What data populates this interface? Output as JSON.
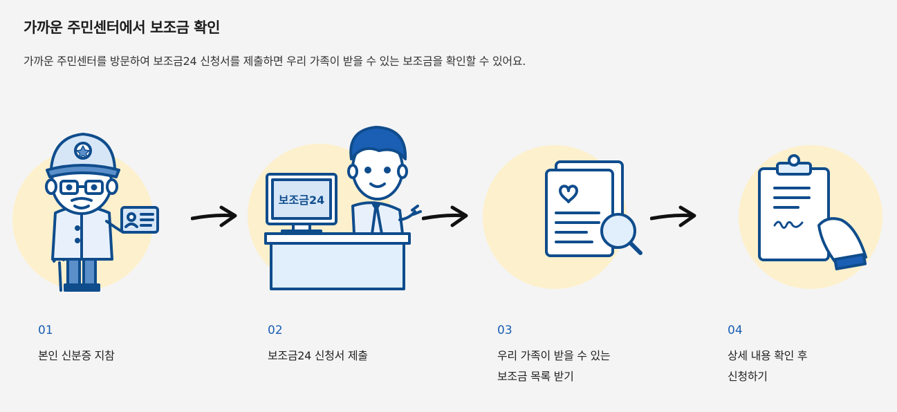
{
  "header": {
    "title": "가까운 주민센터에서 보조금 확인",
    "description": "가까운 주민센터를 방문하여 보조금24 신청서를 제출하면 우리 가족이 받을 수 있는 보조금을 확인할 수 있어요."
  },
  "steps": [
    {
      "number": "01",
      "label": "본인 신분증 지참",
      "icon": "elderly-man-with-id-card-icon"
    },
    {
      "number": "02",
      "label": "보조금24 신청서 제출",
      "icon": "clerk-at-desk-icon"
    },
    {
      "number": "03",
      "label_line1": "우리 가족이 받을 수 있는",
      "label_line2": "보조금 목록 받기",
      "icon": "document-magnifier-icon"
    },
    {
      "number": "04",
      "label_line1": "상세 내용 확인 후",
      "label_line2": "신청하기",
      "icon": "clipboard-signature-icon"
    }
  ],
  "monitor_text": "보조금24",
  "colors": {
    "accent": "#1a5fb4",
    "outline": "#0f4c8c",
    "circle": "#fdf0cc",
    "background": "#f4f4f4"
  }
}
